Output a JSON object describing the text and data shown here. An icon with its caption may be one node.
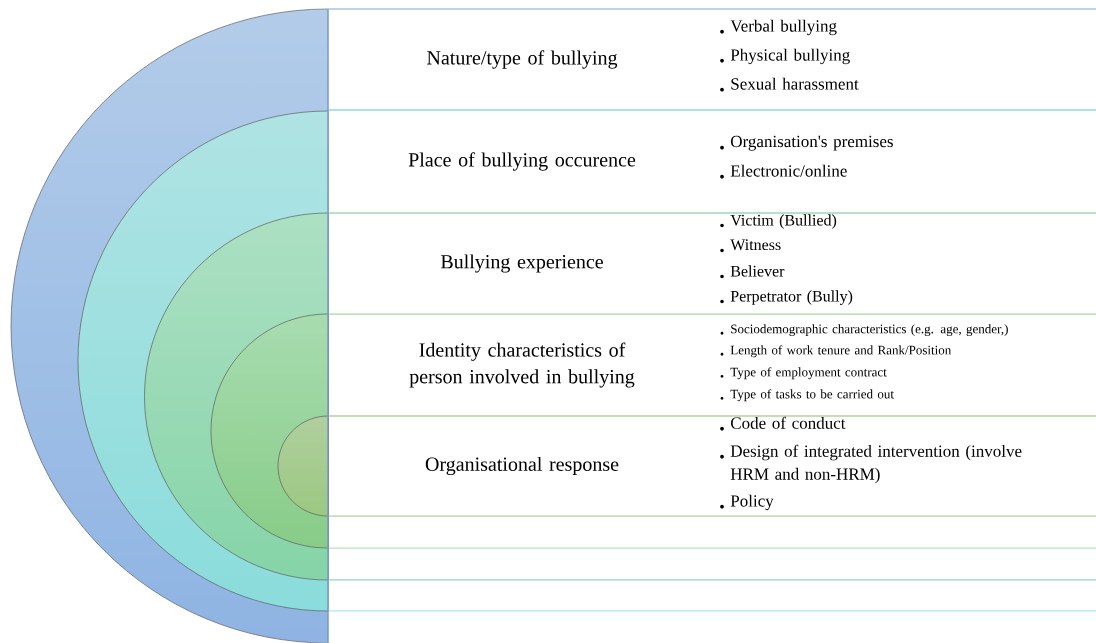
{
  "diagram": {
    "nodes": [
      {
        "text": [
          "Nature/type of bullying",
          "Verbal bullying",
          "Physical bullying",
          "Sexual harassment"
        ]
      },
      {
        "text": [
          "Place of bullying occurence",
          "Organisation's premises",
          "Electronic/online"
        ]
      },
      {
        "text": [
          "Bullying experience",
          "Victim (Bullied)",
          "Witness",
          "Believer",
          "Perpetrator (Bully)"
        ]
      },
      {
        "text": [
          "Identity characteristics of person involved in bullying",
          "Sociodemographic characteristics (e.g. age, gender,)",
          "Length of work tenure and Rank/Position",
          "Type of employment contract",
          "Type of tasks to be carried out"
        ]
      },
      {
        "text": [
          "Organisational response",
          "Code of conduct",
          "Design of integrated intervention (involve HRM and non-HRM)",
          "Policy"
        ]
      }
    ]
  }
}
